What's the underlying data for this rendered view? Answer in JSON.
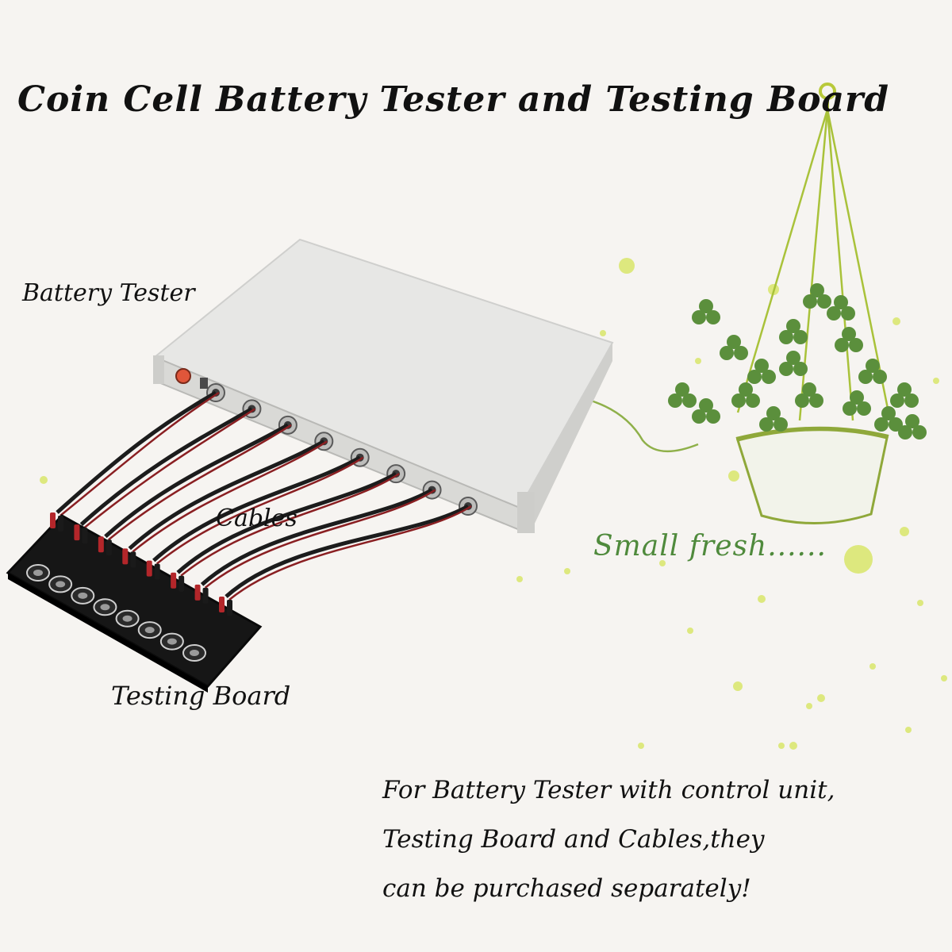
{
  "title": "Coin Cell Battery Tester and Testing Board",
  "labels": {
    "battery_tester": "Battery Tester",
    "cables": "Cables",
    "testing_board": "Testing Board",
    "small_fresh": "Small fresh......"
  },
  "note_lines": [
    "For Battery Tester with control unit,",
    "Testing Board and Cables,they",
    "can be purchased separately!"
  ],
  "colors": {
    "background": "#f6f4f1",
    "tester_body": "#e4e4e2",
    "cable": "#1c1c1c",
    "board": "#151515",
    "plant_green": "#5b8f3c",
    "dot_yellow": "#d8e56a"
  },
  "counts": {
    "channels": 8
  }
}
